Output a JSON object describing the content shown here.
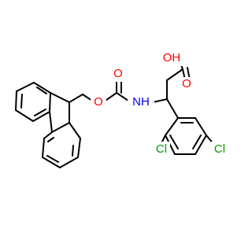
{
  "molecule": {
    "atoms": {
      "hydroxyl": {
        "text": "OH",
        "color": "#ff0000"
      },
      "carbonyl_acid": {
        "text": "O",
        "color": "#ff0000"
      },
      "carbamate_ester_o": {
        "text": "O",
        "color": "#ff0000"
      },
      "carbamate_carbonyl_o": {
        "text": "O",
        "color": "#ff0000"
      },
      "amine_nh": {
        "text": "NH",
        "color": "#0000ff"
      },
      "chloro_ortho": {
        "text": "Cl",
        "color": "#00a000"
      },
      "chloro_para": {
        "text": "Cl",
        "color": "#00a000"
      }
    },
    "colors": {
      "bond": "#000000",
      "alpha_carbon_bond": "#ff0000"
    }
  }
}
